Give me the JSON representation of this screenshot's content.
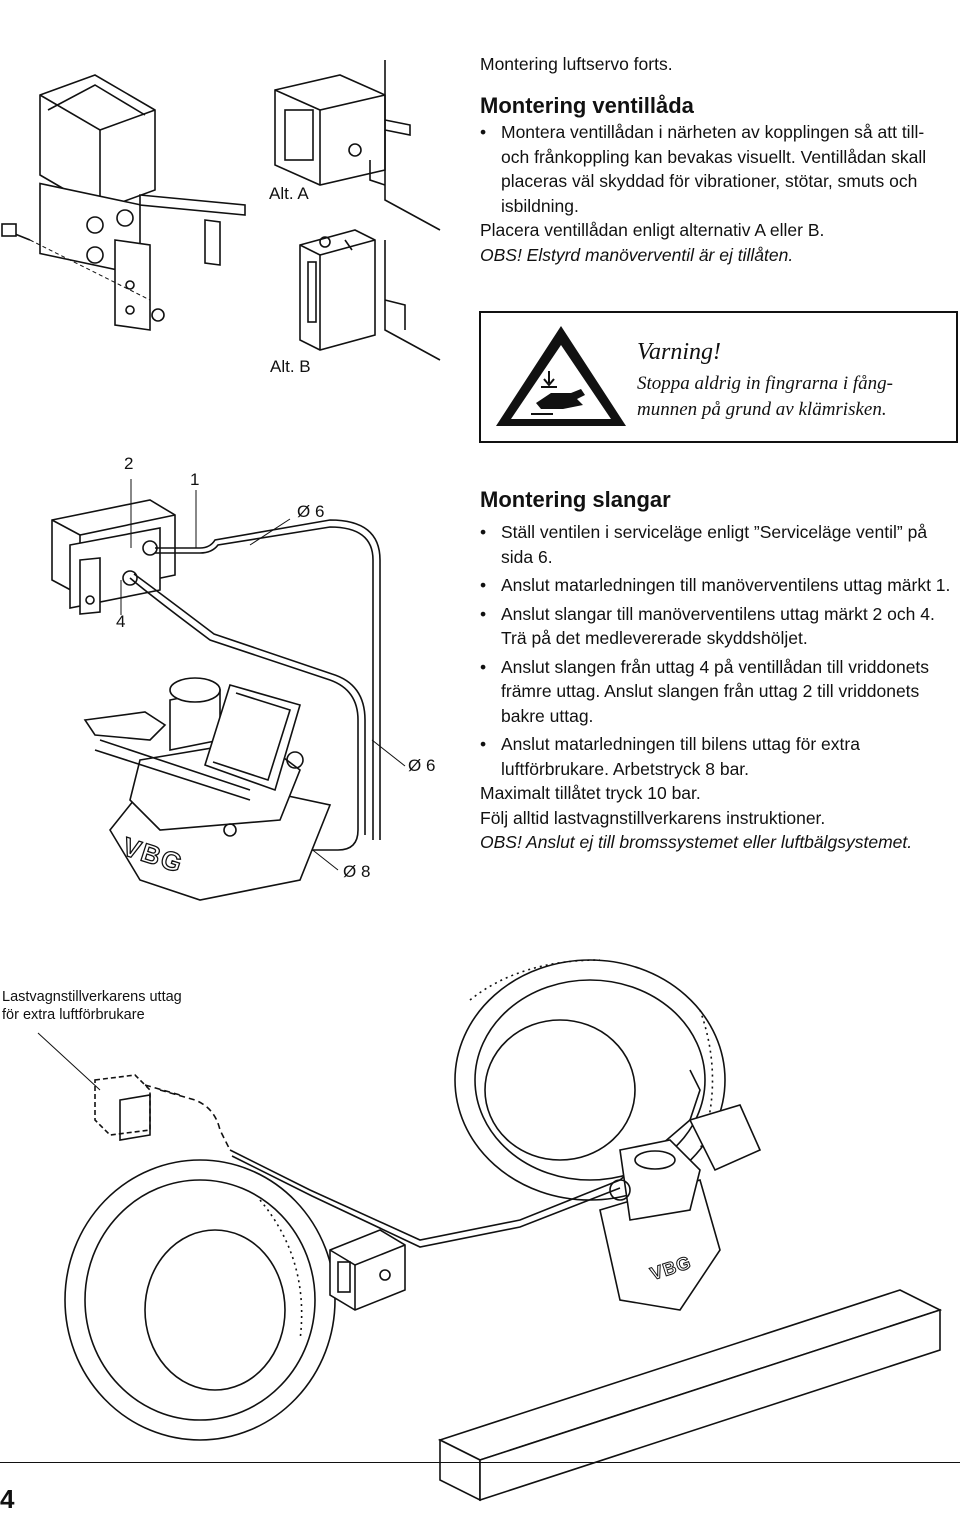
{
  "header": {
    "continued": "Montering luftservo forts."
  },
  "ventillada": {
    "heading": "Montering ventillåda",
    "bullet1": "Montera ventillådan i närheten av kopplingen så att till- och frånkoppling kan bevakas visuellt. Ventillådan skall placeras väl skyddad för vibrationer, stötar, smuts och isbildning.",
    "line2": "Placera ventillådan enligt alternativ A eller B.",
    "obs": "OBS! Elstyrd manöverventil är ej tillåten."
  },
  "figure_top": {
    "alt_a": "Alt. A",
    "alt_b": "Alt. B"
  },
  "warning": {
    "title": "Varning!",
    "line1": "Stoppa aldrig in fingrarna i fång-",
    "line2": "munnen på grund av klämrisken."
  },
  "figure_mid": {
    "label_2": "2",
    "label_1": "1",
    "label_4": "4",
    "dia_6_top": "Ø 6",
    "dia_6_right": "Ø 6",
    "dia_8": "Ø 8",
    "brand": "VBG"
  },
  "slangar": {
    "heading": "Montering slangar",
    "b1": "Ställ ventilen i serviceläge enligt ”Serviceläge ventil” på sida 6.",
    "b2": "Anslut matarledningen till manöverventilens uttag märkt 1.",
    "b3": "Anslut slangar till manöverventilens uttag märkt 2 och 4. Trä på det medlevererade skyddshöljet.",
    "b4": "Anslut slangen från uttag 4 på ventillådan till vriddonets främre uttag. Anslut slangen från uttag 2 till vriddonets bakre uttag.",
    "b5": "Anslut matarledningen till bilens uttag för extra luftförbrukare. Arbetstryck 8 bar.",
    "line_max": "Maximalt tillåtet tryck 10 bar.",
    "line_follow": "Följ alltid lastvagnstillverkarens instruktioner.",
    "obs": "OBS! Anslut ej till bromssystemet eller luftbälgsystemet."
  },
  "figure_bottom": {
    "callout_line1": "Lastvagnstillverkarens uttag",
    "callout_line2": "för extra luftförbrukare",
    "brand": "VBG"
  },
  "page_number": "4"
}
